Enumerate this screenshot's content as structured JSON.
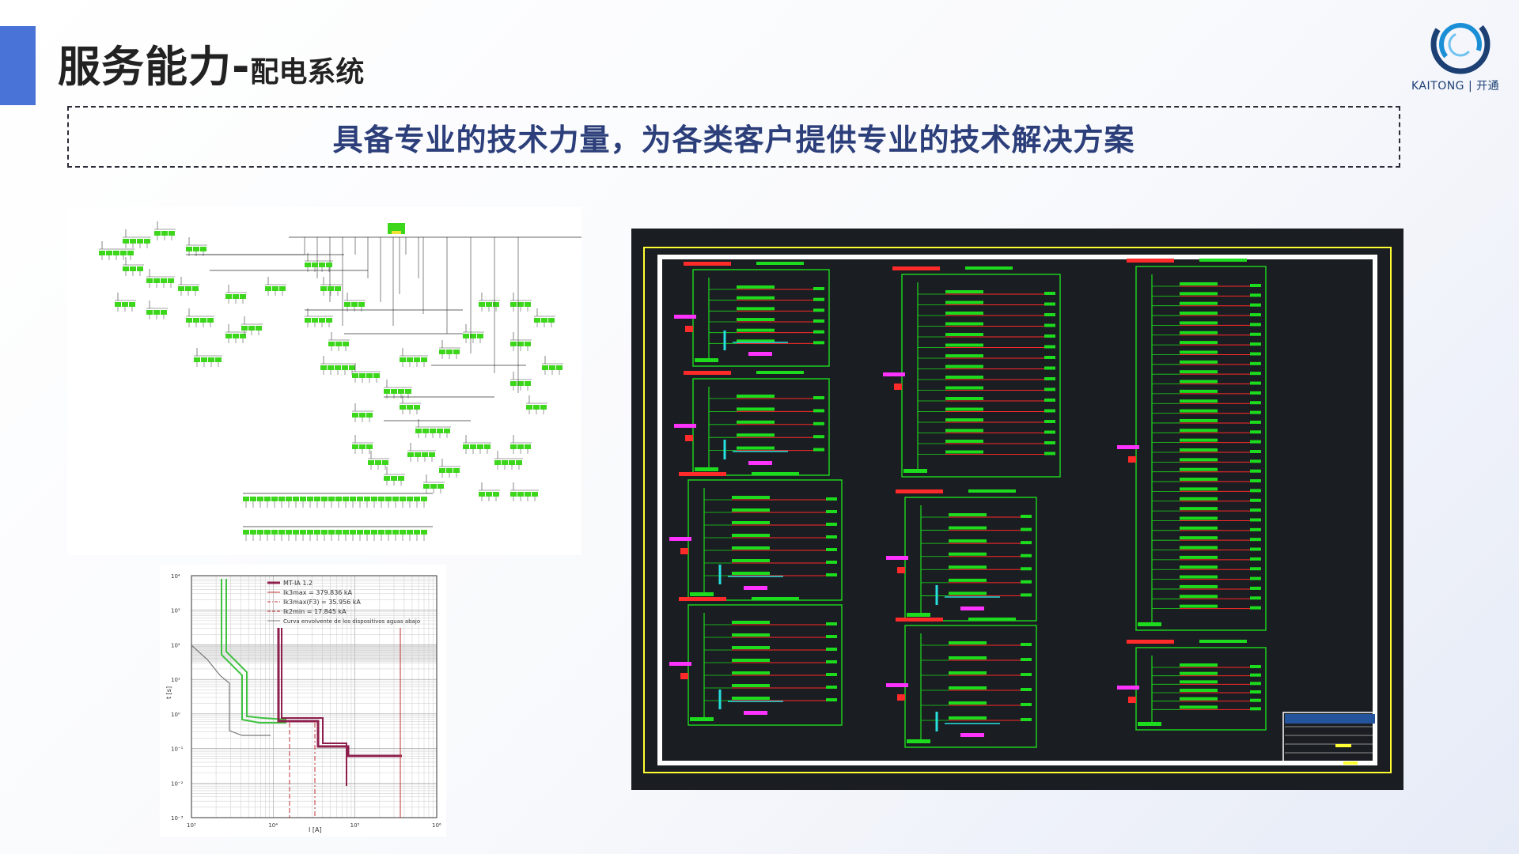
{
  "slide": {
    "title_main": "服务能力-",
    "title_sub": "配电系统",
    "banner": "具备专业的技术力量，为各类客户提供专业的技术解决方案"
  },
  "logo": {
    "text": "KAITONG | 开通",
    "accent_color": "#1b8fd6",
    "dark_color": "#1c3f74"
  },
  "colors": {
    "accent_bar": "#4a73d8",
    "banner_text": "#2c3f7a",
    "cad_background": "#1a1d21",
    "cad_green": "#1ddc1d",
    "cad_red": "#ff2a2a",
    "cad_magenta": "#ff33ff",
    "cad_cyan": "#27e0e0",
    "cad_yellow": "#ffff33",
    "tree_node": "#3cd61b",
    "curve_main": "#8e1f4c",
    "curve_green": "#3fc23f"
  },
  "curve_chart": {
    "legend": [
      "MT-IA 1.2",
      "Ik3max = 379.836 kA",
      "Ik3max(F3) = 35.956 kA",
      "Ik2min = 17.845 kA",
      "Curva envolvente de los dispositivos aguas abajo"
    ],
    "y_label": "t [s]",
    "x_label": "I [A]",
    "x_ticks": [
      "10³",
      "10⁴",
      "10⁵",
      "10⁶"
    ],
    "y_ticks": [
      "10⁴",
      "10³",
      "10²",
      "10¹",
      "10⁰",
      "10⁻¹",
      "10⁻²",
      "10⁻³"
    ]
  },
  "icons": [
    "kaitong-logo-icon"
  ]
}
